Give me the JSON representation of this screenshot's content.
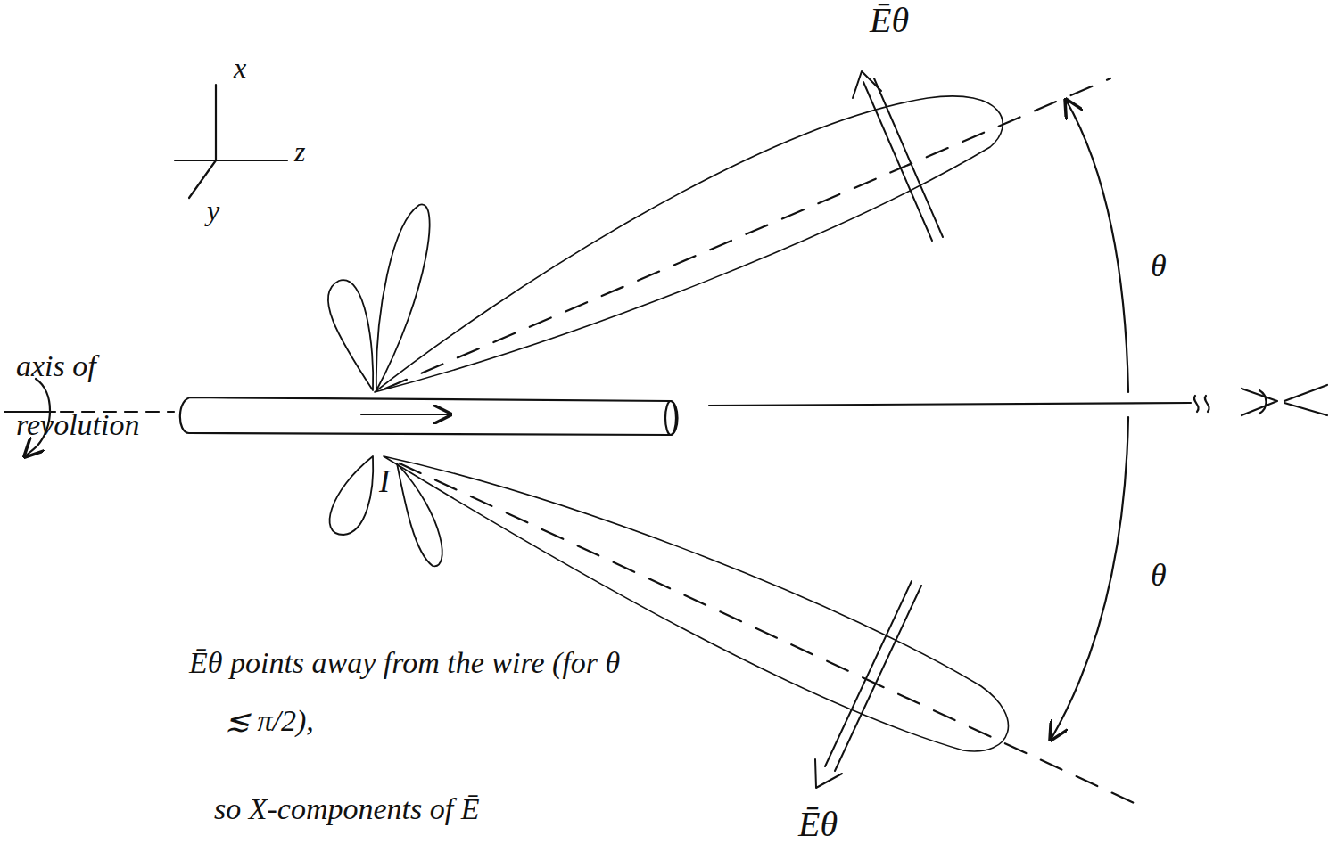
{
  "diagram": {
    "labels": [
      "Ēθ",
      "x",
      "z",
      "y",
      "θ",
      "axis of revolution",
      "I",
      "θ",
      "Ēθ points away from the wire (for θ ≲ π/2),",
      "so X-components of Ē",
      "Ēθ"
    ]
  }
}
